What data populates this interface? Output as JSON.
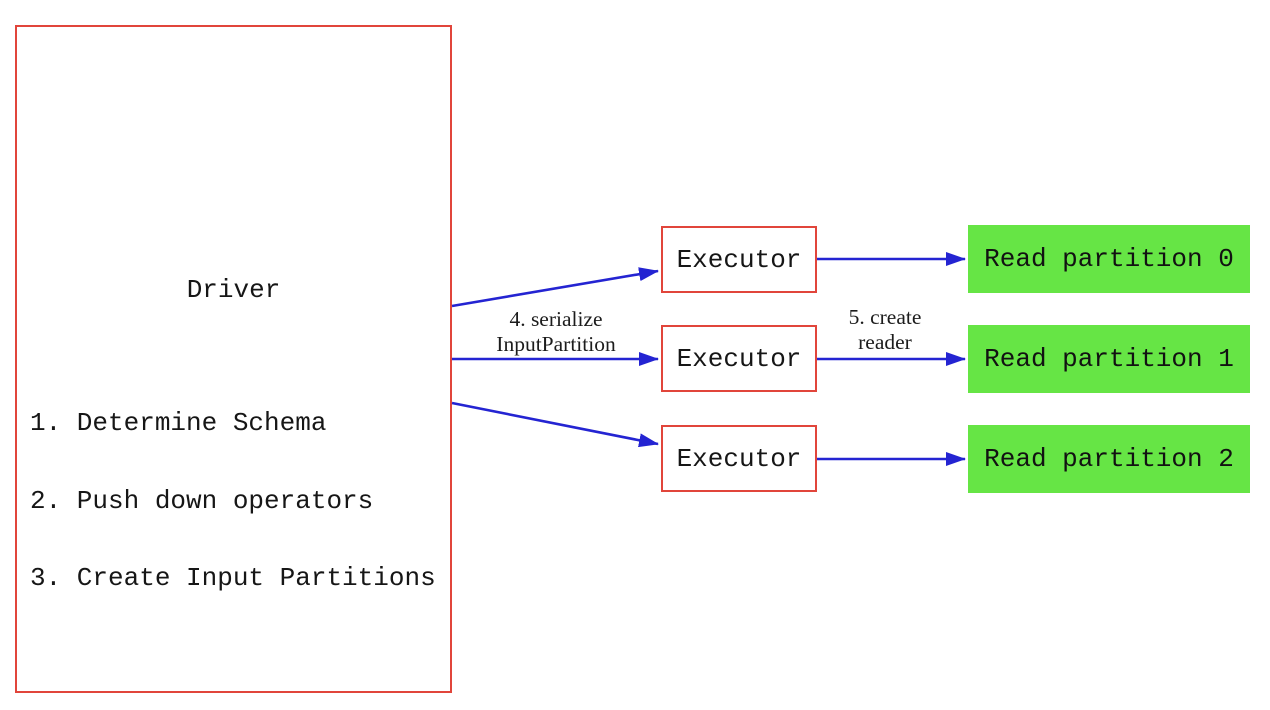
{
  "diagram": {
    "driver": {
      "title": "Driver",
      "steps": [
        "1. Determine Schema",
        "2. Push down operators",
        "3. Create Input Partitions"
      ]
    },
    "executors": [
      {
        "label": "Executor"
      },
      {
        "label": "Executor"
      },
      {
        "label": "Executor"
      }
    ],
    "partitions": [
      {
        "label": "Read partition 0"
      },
      {
        "label": "Read partition 1"
      },
      {
        "label": "Read partition 2"
      }
    ],
    "edge_labels": {
      "serialize": {
        "line1": "4. serialize",
        "line2": "InputPartition"
      },
      "create_reader": {
        "line1": "5. create",
        "line2": "reader"
      }
    },
    "colors": {
      "red": "#e1453b",
      "blue": "#2424d2",
      "green": "#66e545",
      "ink": "#161616"
    }
  }
}
